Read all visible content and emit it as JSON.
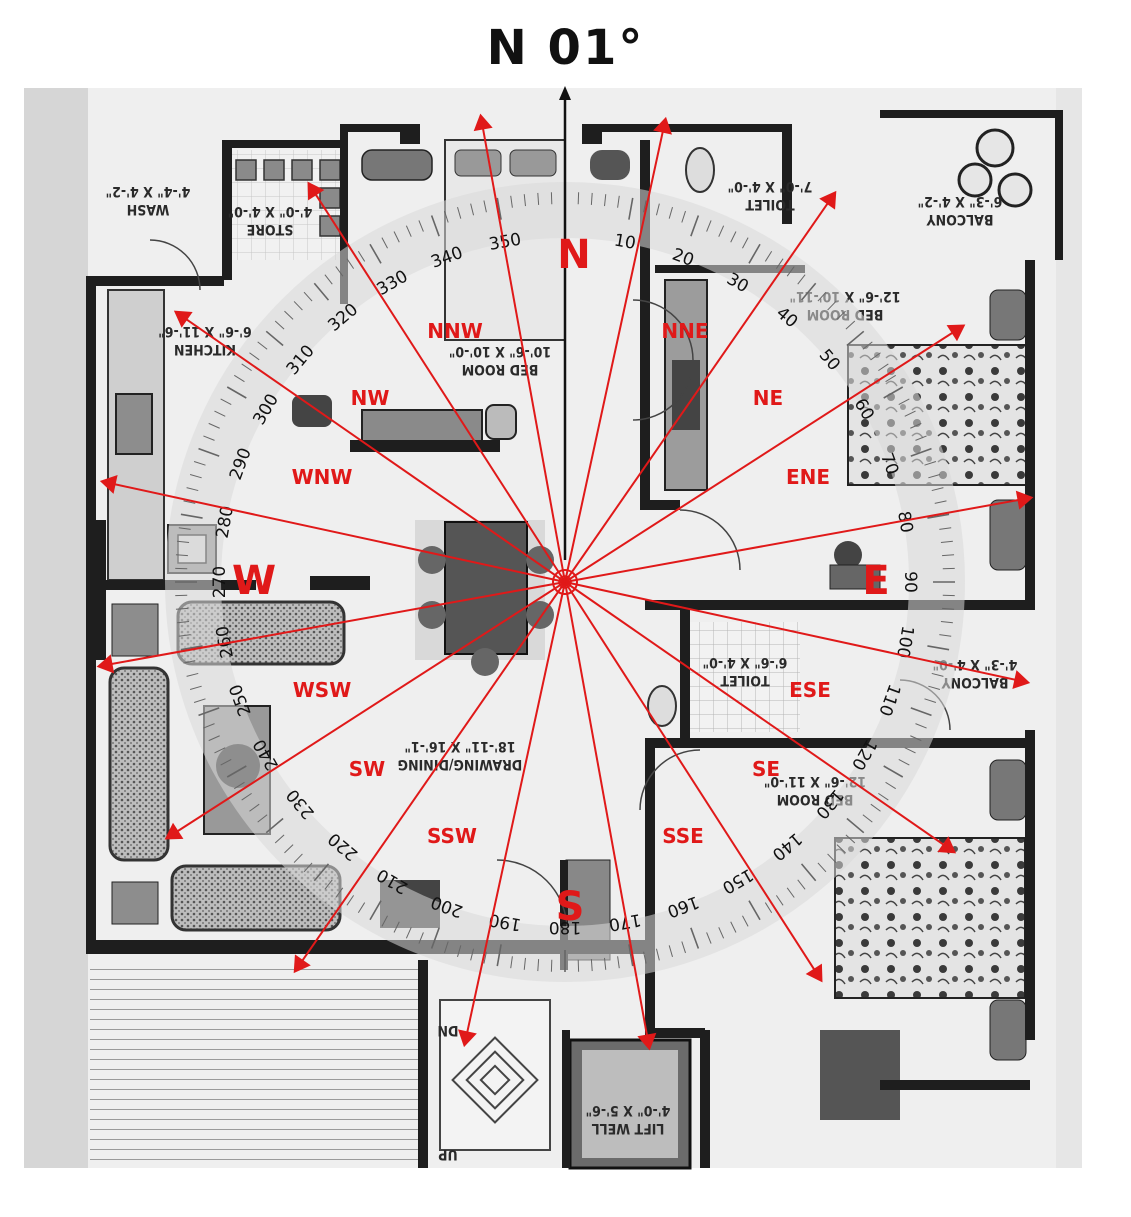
{
  "heading": "N 01°",
  "colors": {
    "accent": "#e01919",
    "ink": "#111111",
    "wall": "#1e1e1e"
  },
  "rooms": [
    {
      "id": "wash",
      "name": "WASH",
      "size": "4'-4\" X 4'-2\""
    },
    {
      "id": "store",
      "name": "STORE",
      "size": "4'-0\" X 4'-0\""
    },
    {
      "id": "kitchen",
      "name": "KITCHEN",
      "size": "6'-6\" X 11'-6\""
    },
    {
      "id": "bedroom1",
      "name": "BED ROOM",
      "size": "10'-6\" X 10'-0\""
    },
    {
      "id": "toilet1",
      "name": "TOILET",
      "size": "7'-0\" X 4'-0\""
    },
    {
      "id": "balcony1",
      "name": "BALCONY",
      "size": "6'-3\" X 4'-2\""
    },
    {
      "id": "bedroom2",
      "name": "BED ROOM",
      "size": "12'-6\" X 10'-11\""
    },
    {
      "id": "drawing",
      "name": "DRAWING/DINING",
      "size": "18'-11\" X 16'-1\""
    },
    {
      "id": "toilet2",
      "name": "TOILET",
      "size": "6'-6\" X 4'-0\""
    },
    {
      "id": "balcony2",
      "name": "BALCONY",
      "size": "4'-3\" X 4'-0\""
    },
    {
      "id": "bedroom3",
      "name": "BED ROOM",
      "size": "12'-6\" X 11'-0\""
    },
    {
      "id": "liftwell",
      "name": "LIFT WELL",
      "size": "4'-0\" X 5'-6\""
    }
  ],
  "stair_labels": {
    "down": "DN",
    "up": "UP"
  },
  "cardinals": [
    "N",
    "E",
    "S",
    "W"
  ],
  "directions": [
    "NNE",
    "NE",
    "ENE",
    "ESE",
    "SE",
    "SSE",
    "SSW",
    "SW",
    "WSW",
    "WNW",
    "NW",
    "NNW"
  ],
  "degree_labels": [
    "10",
    "20",
    "30",
    "40",
    "50",
    "60",
    "70",
    "80",
    "90",
    "100",
    "110",
    "120",
    "130",
    "140",
    "150",
    "160",
    "170",
    "180",
    "190",
    "200",
    "210",
    "220",
    "230",
    "240",
    "250",
    "260",
    "270",
    "280",
    "290",
    "300",
    "310",
    "320",
    "330",
    "340",
    "350"
  ]
}
